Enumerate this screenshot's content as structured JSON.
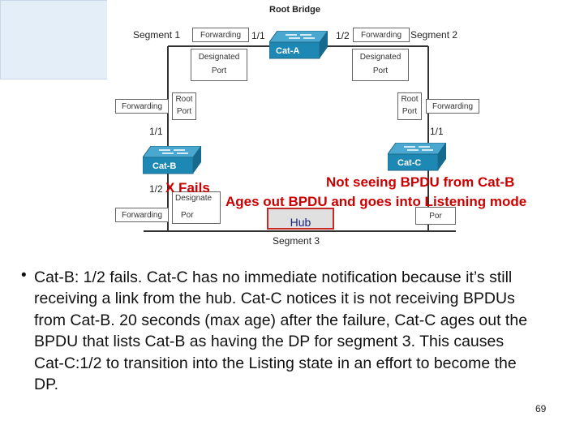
{
  "diagram": {
    "root_title": "Root Bridge",
    "segment1": "Segment 1",
    "segment2": "Segment 2",
    "segment3": "Segment 3",
    "forwarding": "Forwarding",
    "port_1_1": "1/1",
    "port_1_2": "1/2",
    "cat_a": "Cat-A",
    "cat_b": "Cat-B",
    "cat_c": "Cat-C",
    "designated": "Designated",
    "port_word": "Port",
    "root": "Root",
    "designate_truncated": "Designate",
    "por_truncated": "Por",
    "hub": "Hub",
    "fails_text": "X Fails",
    "annotation1": "Not seeing BPDU from Cat-B",
    "annotation2": "Ages out BPDU and goes into Listening mode"
  },
  "bullet": {
    "text": "Cat-B: 1/2 fails.  Cat-C has no immediate notification because it’s still receiving a link from the hub.  Cat-C notices it is not receiving     BPDUs  from Cat-B.  20 seconds (max age) after the failure, Cat-C ages out the BPDU that lists Cat-B as having the DP for segment 3.  This causes Cat-C:1/2 to transition into the Listing state in an effort to become the DP."
  },
  "page_number": "69",
  "colors": {
    "accent_red": "#cc0000",
    "switch_blue": "#1e88b4",
    "panel_blue": "#e4eef8"
  }
}
